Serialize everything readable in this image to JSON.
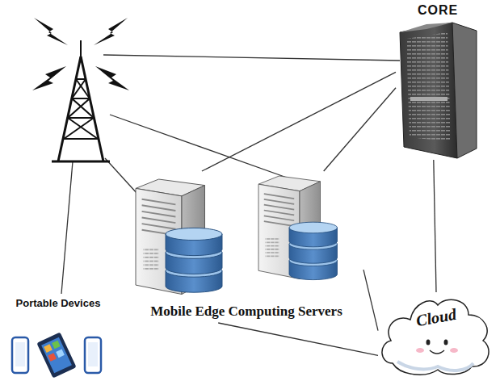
{
  "diagram": {
    "nodes": [
      {
        "text": [
          "CORE"
        ]
      },
      {
        "text": [
          "Mobile Edge Computing Servers"
        ]
      },
      {
        "text": [
          "Cloud"
        ]
      },
      {
        "text": [
          "Portable Devices"
        ]
      }
    ],
    "edges": [
      {
        "from": 0,
        "to": 1,
        "arrow": "none"
      },
      {
        "from": 0,
        "to": 1,
        "arrow": "none"
      },
      {
        "from": 1,
        "to": 2,
        "arrow": "none"
      },
      {
        "from": 1,
        "to": 2,
        "arrow": "none"
      },
      {
        "from": 0,
        "to": 2,
        "arrow": "none"
      }
    ]
  }
}
